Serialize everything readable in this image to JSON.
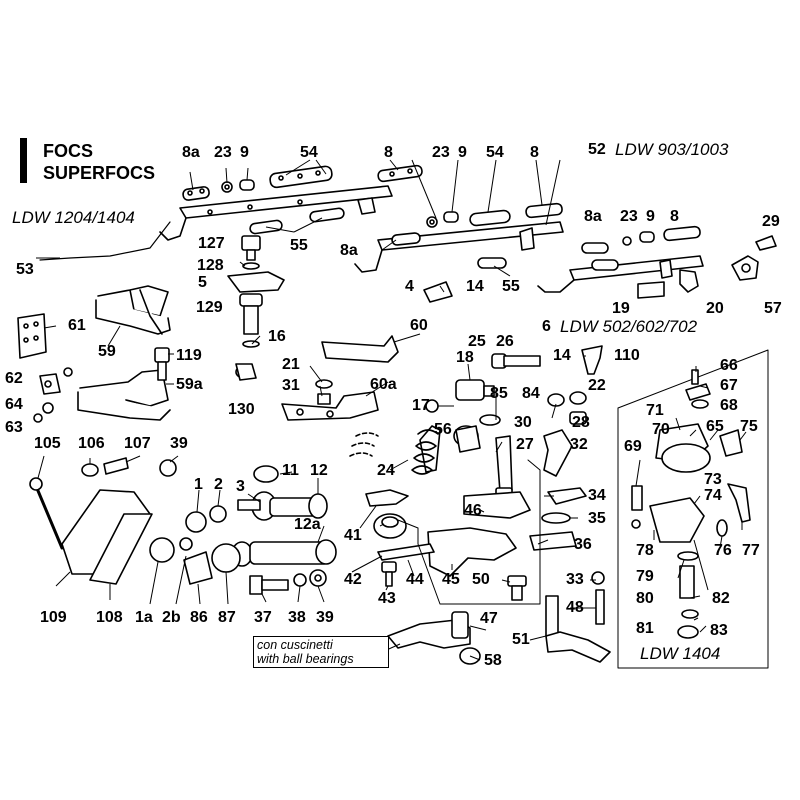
{
  "title": {
    "line1": "FOCS",
    "line2": "SUPERFOCS"
  },
  "models": {
    "m1": "LDW 1204/1404",
    "m2": "LDW 903/1003",
    "m3": "LDW 502/602/702",
    "m4": "LDW 1404"
  },
  "note": {
    "line1": "con cuscinetti",
    "line2": "with ball bearings"
  },
  "labels": {
    "l8a_1": "8a",
    "l23_1": "23",
    "l9_1": "9",
    "l54_1": "54",
    "l8_1": "8",
    "l23_2": "23",
    "l9_2": "9",
    "l54_2": "54",
    "l8_2": "8",
    "l52": "52",
    "l8a_2": "8a",
    "l55_1": "55",
    "l53": "53",
    "l8a_3": "8a",
    "l23_3": "23",
    "l9_3": "9",
    "l8_3": "8",
    "l29": "29",
    "l55_2": "55",
    "l4": "4",
    "l14_1": "14",
    "l19": "19",
    "l20": "20",
    "l57": "57",
    "l6": "6",
    "l127": "127",
    "l128": "128",
    "l5": "5",
    "l129": "129",
    "l16": "16",
    "l61": "61",
    "l59": "59",
    "l119": "119",
    "l59a": "59a",
    "l60": "60",
    "l62": "62",
    "l64": "64",
    "l63": "63",
    "l130": "130",
    "l21": "21",
    "l31": "31",
    "l60a": "60a",
    "l25": "25",
    "l26": "26",
    "l18": "18",
    "l85": "85",
    "l84": "84",
    "l14_2": "14",
    "l110": "110",
    "l17": "17",
    "l22": "22",
    "l28": "28",
    "l56": "56",
    "l30": "30",
    "l27": "27",
    "l32": "32",
    "l66": "66",
    "l67": "67",
    "l68": "68",
    "l71": "71",
    "l70": "70",
    "l65": "65",
    "l75": "75",
    "l69": "69",
    "l73": "73",
    "l74": "74",
    "l76": "76",
    "l77": "77",
    "l78": "78",
    "l79": "79",
    "l82": "82",
    "l80": "80",
    "l81": "81",
    "l83": "83",
    "l105": "105",
    "l106": "106",
    "l107": "107",
    "l39_1": "39",
    "l1": "1",
    "l2": "2",
    "l3": "3",
    "l11": "11",
    "l12": "12",
    "l24": "24",
    "l41": "41",
    "l12a": "12a",
    "l34": "34",
    "l46": "46",
    "l35": "35",
    "l36": "36",
    "l109": "109",
    "l108": "108",
    "l1a": "1a",
    "l2b": "2b",
    "l86": "86",
    "l87": "87",
    "l37": "37",
    "l38": "38",
    "l39_2": "39",
    "l42": "42",
    "l43": "43",
    "l44": "44",
    "l45": "45",
    "l50": "50",
    "l33": "33",
    "l48": "48",
    "l47": "47",
    "l51": "51",
    "l58": "58"
  }
}
